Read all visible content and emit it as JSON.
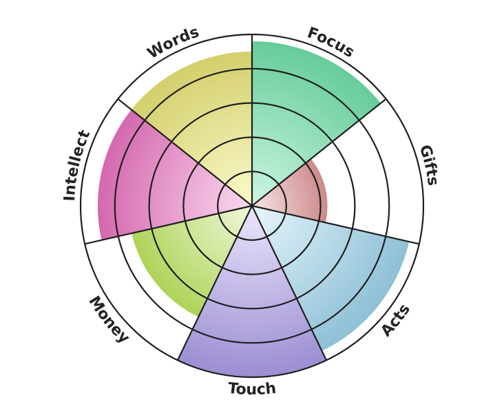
{
  "chart_data": {
    "type": "polar-area",
    "title": "",
    "categories": [
      "Focus",
      "Gifts",
      "Acts",
      "Touch",
      "Money",
      "Intellect",
      "Words"
    ],
    "values": [
      4.8,
      2.2,
      4.7,
      5.0,
      3.6,
      4.5,
      4.5
    ],
    "rlim": [
      0,
      5
    ],
    "rings": 5,
    "colors": [
      {
        "inner": "#cdf6e3",
        "outer": "#66cc9a"
      },
      {
        "inner": "#f8e4e4",
        "outer": "#cc8a8c"
      },
      {
        "inner": "#e6f5fc",
        "outer": "#8ec0d6"
      },
      {
        "inner": "#ece6fc",
        "outer": "#9c8ed2"
      },
      {
        "inner": "#f0f9da",
        "outer": "#aed35a"
      },
      {
        "inner": "#fcdaf0",
        "outer": "#d468ae"
      },
      {
        "inner": "#fbfbcc",
        "outer": "#d3cf6c"
      }
    ]
  }
}
